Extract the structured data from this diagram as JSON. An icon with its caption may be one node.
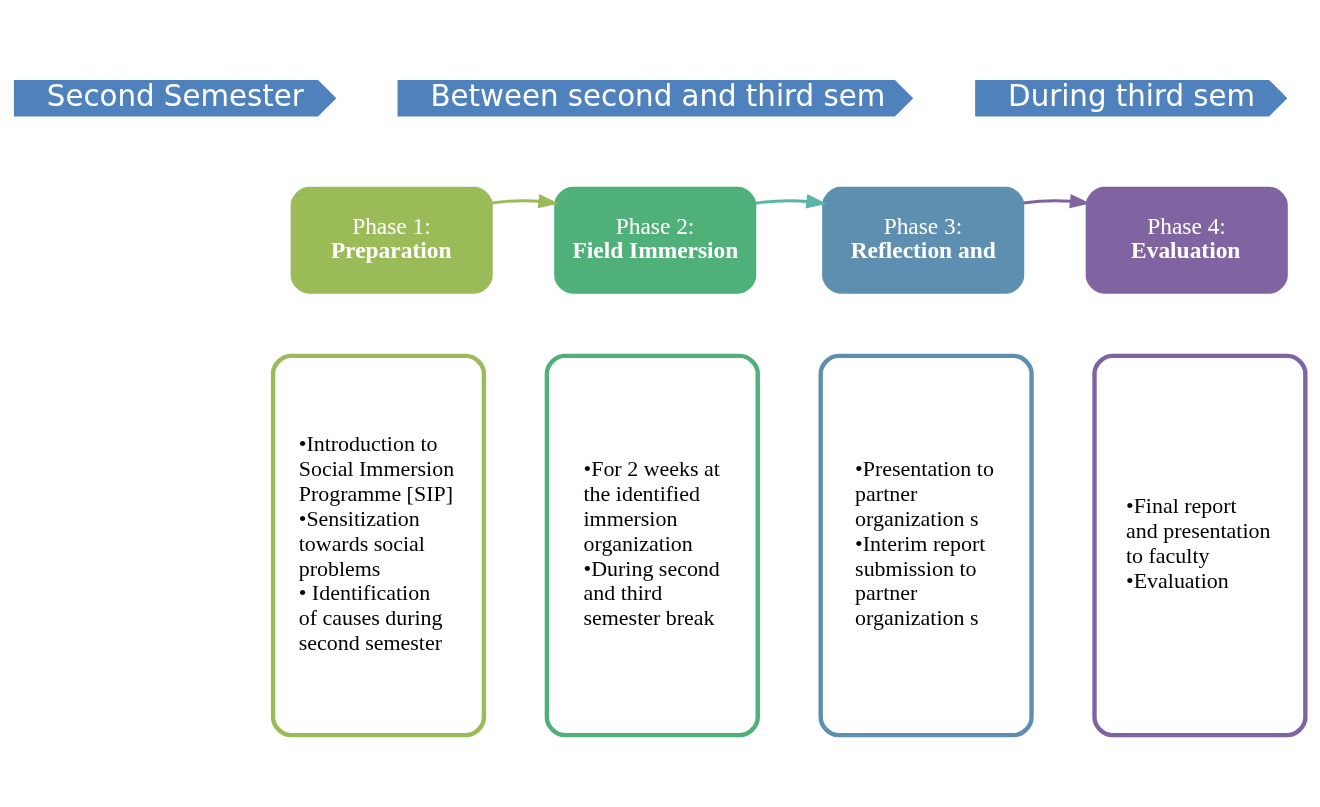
{
  "diagram": {
    "nodes": [
      {
        "text": [
          "Second Semester"
        ]
      },
      {
        "text": [
          "Between second and third sem"
        ]
      },
      {
        "text": [
          "During third sem"
        ]
      },
      {
        "text": [
          "Phase 1:",
          "Preparation"
        ]
      },
      {
        "text": [
          "Phase 2:",
          "Field Immersion"
        ]
      },
      {
        "text": [
          "Phase 3:",
          "Reflection and"
        ]
      },
      {
        "text": [
          "Phase 4:",
          "Evaluation"
        ]
      },
      {
        "text": [
          "•Introduction to Social Immersion Programme [SIP]",
          "•Sensitization towards social problems",
          "• Identification of causes during second semester"
        ]
      },
      {
        "text": [
          "•For 2 weeks at the identified immersion organization",
          "•During second and third semester break"
        ]
      },
      {
        "text": [
          "•Presentation to partner organization s",
          "•Interim report submission to partner organization s"
        ]
      },
      {
        "text": [
          "•Final report and presentation to faculty",
          "•Evaluation"
        ]
      }
    ],
    "edges": [
      {
        "from": 3,
        "to": 4,
        "arrow": "to",
        "color": "#9bbb59"
      },
      {
        "from": 4,
        "to": 5,
        "arrow": "to",
        "color": "#5ab4a8"
      },
      {
        "from": 5,
        "to": 6,
        "arrow": "to",
        "color": "#8064a2"
      }
    ]
  }
}
